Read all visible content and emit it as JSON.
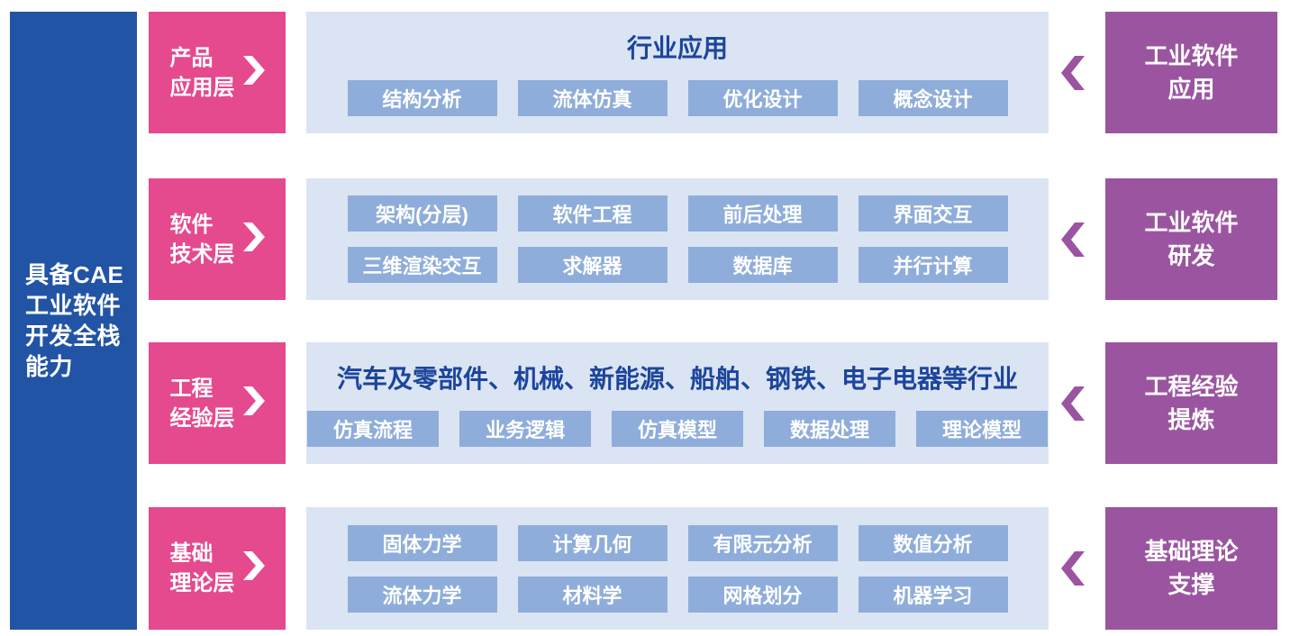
{
  "colors": {
    "left_bar_bg": "#2254a5",
    "layer_box_bg": "#e5498e",
    "panel_bg": "#dbe4f3",
    "chip_bg": "#8fadda",
    "panel_title_text": "#1c459c",
    "outcome_box_bg": "#9b55a0",
    "text_on_dark": "#ffffff",
    "page_bg": "#ffffff"
  },
  "left_bar": {
    "lines": [
      "具备CAE",
      "工业软件",
      "开发全栈",
      "能力"
    ]
  },
  "rows": [
    {
      "label_lines": [
        "产品",
        "应用层"
      ],
      "title": "行业应用",
      "chips": [
        "结构分析",
        "流体仿真",
        "优化设计",
        "概念设计"
      ],
      "outcome_lines": [
        "工业软件",
        "应用"
      ]
    },
    {
      "label_lines": [
        "软件",
        "技术层"
      ],
      "chips_top": [
        "架构(分层)",
        "软件工程",
        "前后处理",
        "界面交互"
      ],
      "chips_bottom": [
        "三维渲染交互",
        "求解器",
        "数据库",
        "并行计算"
      ],
      "outcome_lines": [
        "工业软件",
        "研发"
      ]
    },
    {
      "label_lines": [
        "工程",
        "经验层"
      ],
      "title": "汽车及零部件、机械、新能源、船舶、钢铁、电子电器等行业",
      "chips": [
        "仿真流程",
        "业务逻辑",
        "仿真模型",
        "数据处理",
        "理论模型"
      ],
      "outcome_lines": [
        "工程经验",
        "提炼"
      ]
    },
    {
      "label_lines": [
        "基础",
        "理论层"
      ],
      "chips_top": [
        "固体力学",
        "计算几何",
        "有限元分析",
        "数值分析"
      ],
      "chips_bottom": [
        "流体力学",
        "材料学",
        "网格划分",
        "机器学习"
      ],
      "outcome_lines": [
        "基础理论",
        "支撑"
      ]
    }
  ],
  "icons": {
    "layer_arrow": "right-chevron",
    "outcome_arrow": "left-chevron"
  }
}
